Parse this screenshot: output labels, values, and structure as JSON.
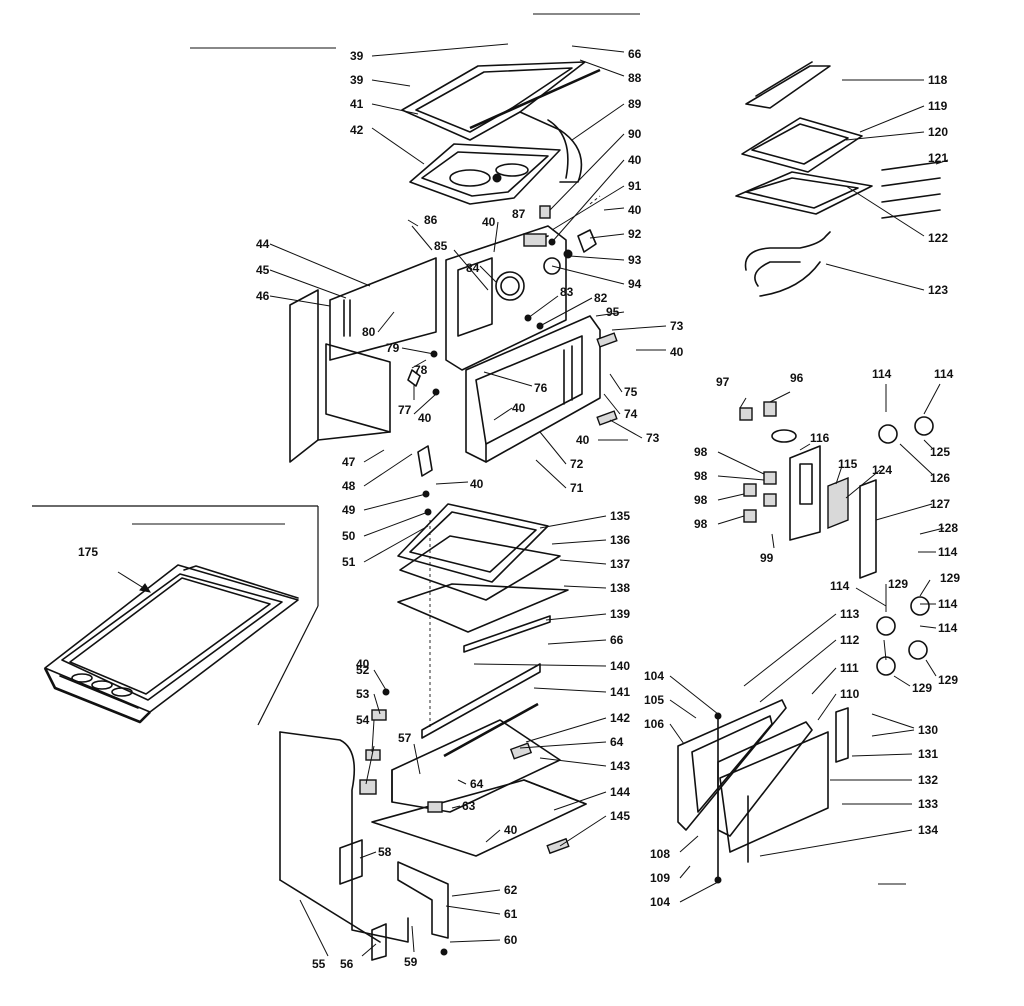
{
  "diagram": {
    "inset_part": "175",
    "callouts": [
      "39",
      "39",
      "41",
      "42",
      "66",
      "88",
      "89",
      "90",
      "40",
      "91",
      "40",
      "92",
      "93",
      "94",
      "86",
      "40",
      "85",
      "87",
      "84",
      "83",
      "82",
      "95",
      "73",
      "40",
      "44",
      "45",
      "46",
      "80",
      "79",
      "78",
      "77",
      "40",
      "76",
      "40",
      "75",
      "74",
      "73",
      "40",
      "72",
      "71",
      "47",
      "48",
      "40",
      "49",
      "50",
      "51",
      "135",
      "136",
      "137",
      "138",
      "139",
      "66",
      "140",
      "141",
      "142",
      "64",
      "143",
      "64",
      "63",
      "144",
      "145",
      "40",
      "52",
      "53",
      "54",
      "57",
      "40",
      "58",
      "62",
      "61",
      "60",
      "55",
      "56",
      "59",
      "118",
      "119",
      "120",
      "121",
      "122",
      "123",
      "97",
      "96",
      "114",
      "114",
      "116",
      "125",
      "126",
      "98",
      "98",
      "98",
      "98",
      "115",
      "124",
      "127",
      "99",
      "128",
      "114",
      "129",
      "114",
      "114",
      "129",
      "114",
      "129",
      "129",
      "113",
      "112",
      "111",
      "110",
      "104",
      "105",
      "106",
      "130",
      "131",
      "132",
      "133",
      "134",
      "108",
      "109",
      "104"
    ]
  }
}
